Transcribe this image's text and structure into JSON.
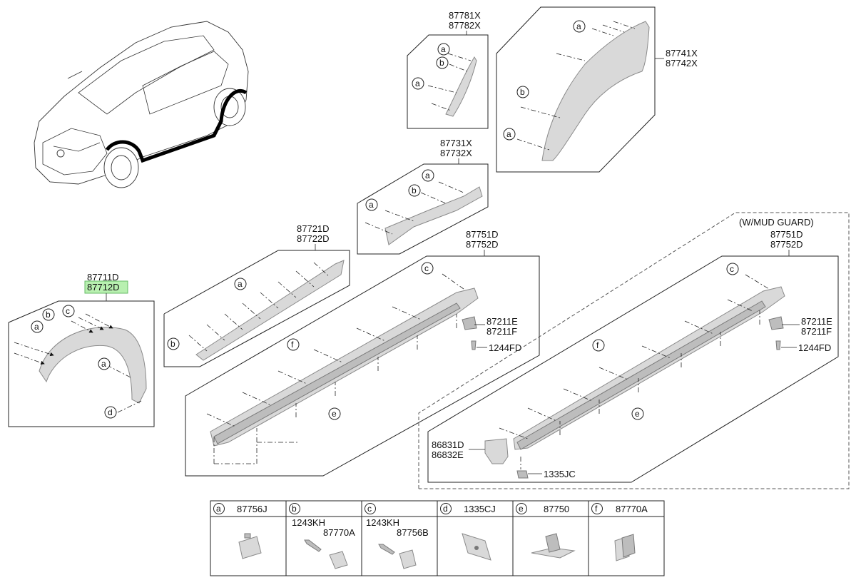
{
  "groups": {
    "fender_front": {
      "line1": "87711D",
      "line2": "87712D",
      "callouts": [
        "a",
        "b",
        "c",
        "a",
        "d"
      ]
    },
    "side_upper": {
      "line1": "87721D",
      "line2": "87722D",
      "callouts": [
        "a",
        "b"
      ]
    },
    "rocker_mid": {
      "line1": "87731X",
      "line2": "87732X",
      "callouts": [
        "a",
        "b",
        "a"
      ]
    },
    "quarter_small": {
      "line1": "87781X",
      "line2": "87782X",
      "callouts": [
        "a",
        "b",
        "a"
      ]
    },
    "fender_rear": {
      "line1": "87741X",
      "line2": "87742X",
      "callouts": [
        "a",
        "b",
        "a"
      ]
    },
    "side_sill": {
      "line1": "87751D",
      "line2": "87752D",
      "callouts": [
        "c",
        "f",
        "e"
      ],
      "bracket_1": "87211E",
      "bracket_2": "87211F",
      "screw": "1244FD"
    },
    "side_sill_mud": {
      "header": "(W/MUD GUARD)",
      "line1": "87751D",
      "line2": "87752D",
      "callouts": [
        "c",
        "f",
        "e"
      ],
      "bracket_1": "87211E",
      "bracket_2": "87211F",
      "screw": "1244FD",
      "mud_1": "86831D",
      "mud_2": "86832E",
      "clip": "1335JC"
    }
  },
  "legend": [
    {
      "letter": "a",
      "parts": [
        "87756J"
      ]
    },
    {
      "letter": "b",
      "parts": [
        "1243KH",
        "87770A"
      ]
    },
    {
      "letter": "c",
      "parts": [
        "1243KH",
        "87756B"
      ]
    },
    {
      "letter": "d",
      "parts": [
        "1335CJ"
      ]
    },
    {
      "letter": "e",
      "parts": [
        "87750"
      ]
    },
    {
      "letter": "f",
      "parts": [
        "87770A"
      ]
    }
  ],
  "highlight_color": "#b8f0b0"
}
